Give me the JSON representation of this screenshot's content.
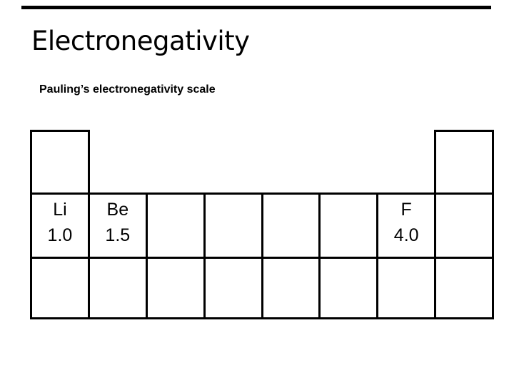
{
  "slide": {
    "title": "Electronegativity",
    "subtitle": "Pauling’s electronegativity scale",
    "background_color": "#ffffff",
    "line_color": "#000000",
    "text_color": "#000000"
  },
  "periodic_table": {
    "columns": 8,
    "row1": {
      "left_cell_text": "",
      "right_cell_text": ""
    },
    "row2_cells": [
      {
        "symbol": "Li",
        "value": "1.0"
      },
      {
        "symbol": "Be",
        "value": "1.5"
      },
      {
        "symbol": "",
        "value": ""
      },
      {
        "symbol": "",
        "value": ""
      },
      {
        "symbol": "",
        "value": ""
      },
      {
        "symbol": "",
        "value": ""
      },
      {
        "symbol": "F",
        "value": "4.0"
      },
      {
        "symbol": "",
        "value": ""
      }
    ],
    "row3_cells": [
      "",
      "",
      "",
      "",
      "",
      "",
      "",
      ""
    ]
  },
  "chart_data": {
    "type": "table",
    "title": "Pauling’s electronegativity scale",
    "cells": [
      {
        "element": "Li",
        "electronegativity": 1.0
      },
      {
        "element": "Be",
        "electronegativity": 1.5
      },
      {
        "element": "F",
        "electronegativity": 4.0
      }
    ]
  }
}
